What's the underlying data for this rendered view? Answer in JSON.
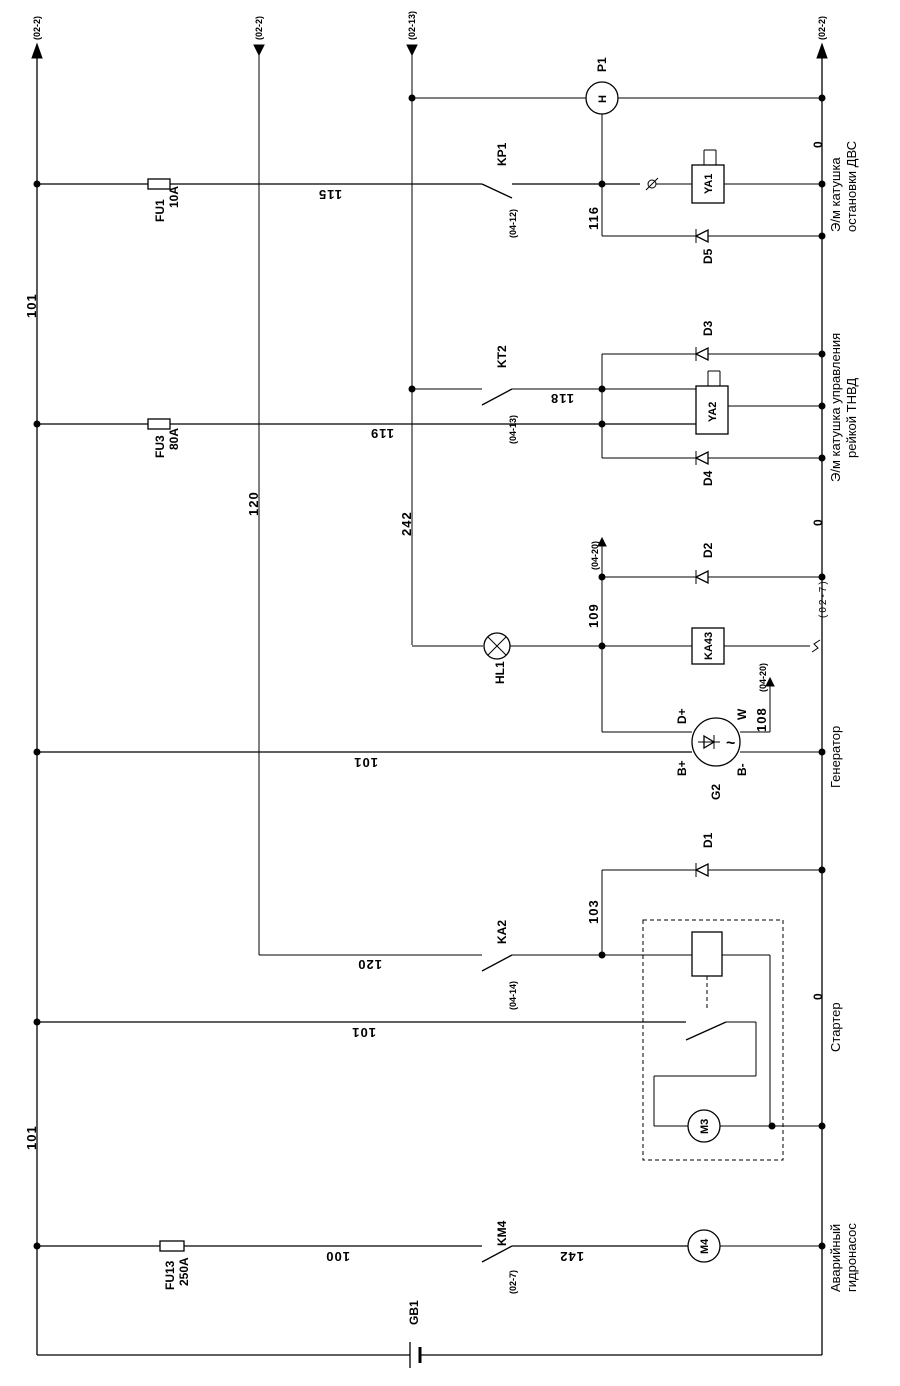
{
  "off_sheet": {
    "t1": "(02-2)",
    "t2": "(02-2)",
    "t3": "(02-13)",
    "t4": "(02-2)",
    "t5": "(04-20)",
    "t6": "(04-20)"
  },
  "wires": {
    "w101_top": "101",
    "w101_bot": "101",
    "w115": "115",
    "w116": "116",
    "w118": "118",
    "w119": "119",
    "w120_v": "120",
    "w242": "242",
    "w109": "109",
    "w108": "108",
    "w101_mid": "101",
    "w103": "103",
    "w120_h": "120",
    "w101_st": "101",
    "w100": "100",
    "w142": "142",
    "zero1": "0",
    "zero2": "0",
    "zero3": "0"
  },
  "components": {
    "P1": "P1",
    "P1_inner": "H",
    "FU1": "FU1",
    "FU1_val": "10A",
    "KP1": "KP1",
    "KP1_ref": "(04-12)",
    "YA1": "YA1",
    "D5": "D5",
    "D3": "D3",
    "KT2": "KT2",
    "YA2": "YA2",
    "FU3": "FU3",
    "FU3_val": "80A",
    "KT2_ref": "(04-13)",
    "D4": "D4",
    "D2": "D2",
    "HL1": "HL1",
    "KA43": "KA43",
    "ref_02_7": "(02-7)",
    "G2": "G2",
    "G2_dplus": "D+",
    "G2_w": "W",
    "G2_bplus": "B+",
    "G2_bminus": "B-",
    "G2_sym": "~",
    "D1": "D1",
    "KA2": "KA2",
    "KA2_ref": "(04-14)",
    "M3": "M3",
    "M4": "M4",
    "KM4": "KM4",
    "KM4_ref": "(02-7)",
    "FU13": "FU13",
    "FU13_val": "250A",
    "GB1": "GB1"
  },
  "captions": {
    "ya1_a": "Э/м катушка",
    "ya1_b": "остановки ДВС",
    "ya2_a": "Э/м катушка управления",
    "ya2_b": "рейкой ТНВД",
    "gen": "Генератор",
    "starter": "Стартер",
    "pump_a": "Аварийный",
    "pump_b": "гидронасос"
  }
}
